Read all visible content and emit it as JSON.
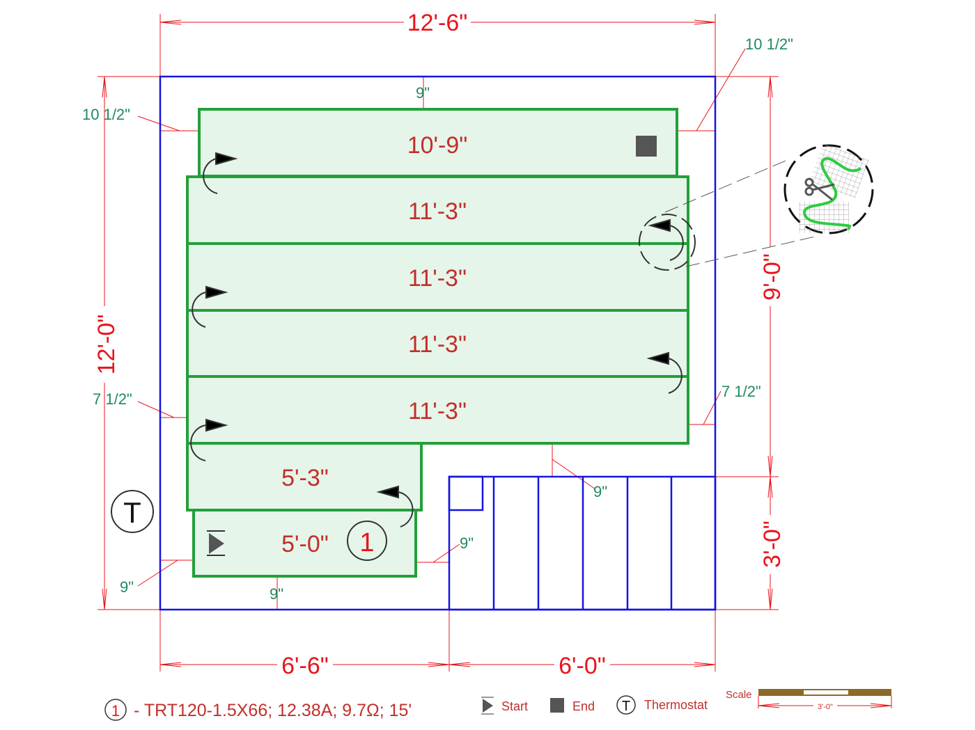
{
  "dimensions": {
    "top_width": "12'-6\"",
    "left_height": "12'-0\"",
    "right_upper": "9'-0\"",
    "right_lower": "3'-0\"",
    "bottom_left": "6'-6\"",
    "bottom_right": "6'-0\""
  },
  "offsets": {
    "top_right": "10 1/2\"",
    "top_center": "9\"",
    "top_left": "10 1/2\"",
    "mid_left": "7 1/2\"",
    "mid_right": "7 1/2\"",
    "stair_gap": "9\"",
    "lower_right": "9\"",
    "bottom_left": "9\"",
    "bottom_center": "9\""
  },
  "runs": [
    "10'-9\"",
    "11'-3\"",
    "11'-3\"",
    "11'-3\"",
    "11'-3\"",
    "5'-3\"",
    "5'-0\""
  ],
  "zone_marker": "1",
  "thermostat_marker": "T",
  "legend": {
    "zone_number": "1",
    "zone_spec": "- TRT120-1.5X66; 12.38A; 9.7Ω; 15'",
    "start_label": "Start",
    "end_label": "End",
    "thermostat_symbol": "T",
    "thermostat_label": "Thermostat",
    "scale_label": "Scale",
    "scale_value": "3'-0\""
  },
  "colors": {
    "dimension": "#e8141c",
    "note": "#1f8a5c",
    "zone": "#22a03a",
    "room": "#1414e0"
  }
}
